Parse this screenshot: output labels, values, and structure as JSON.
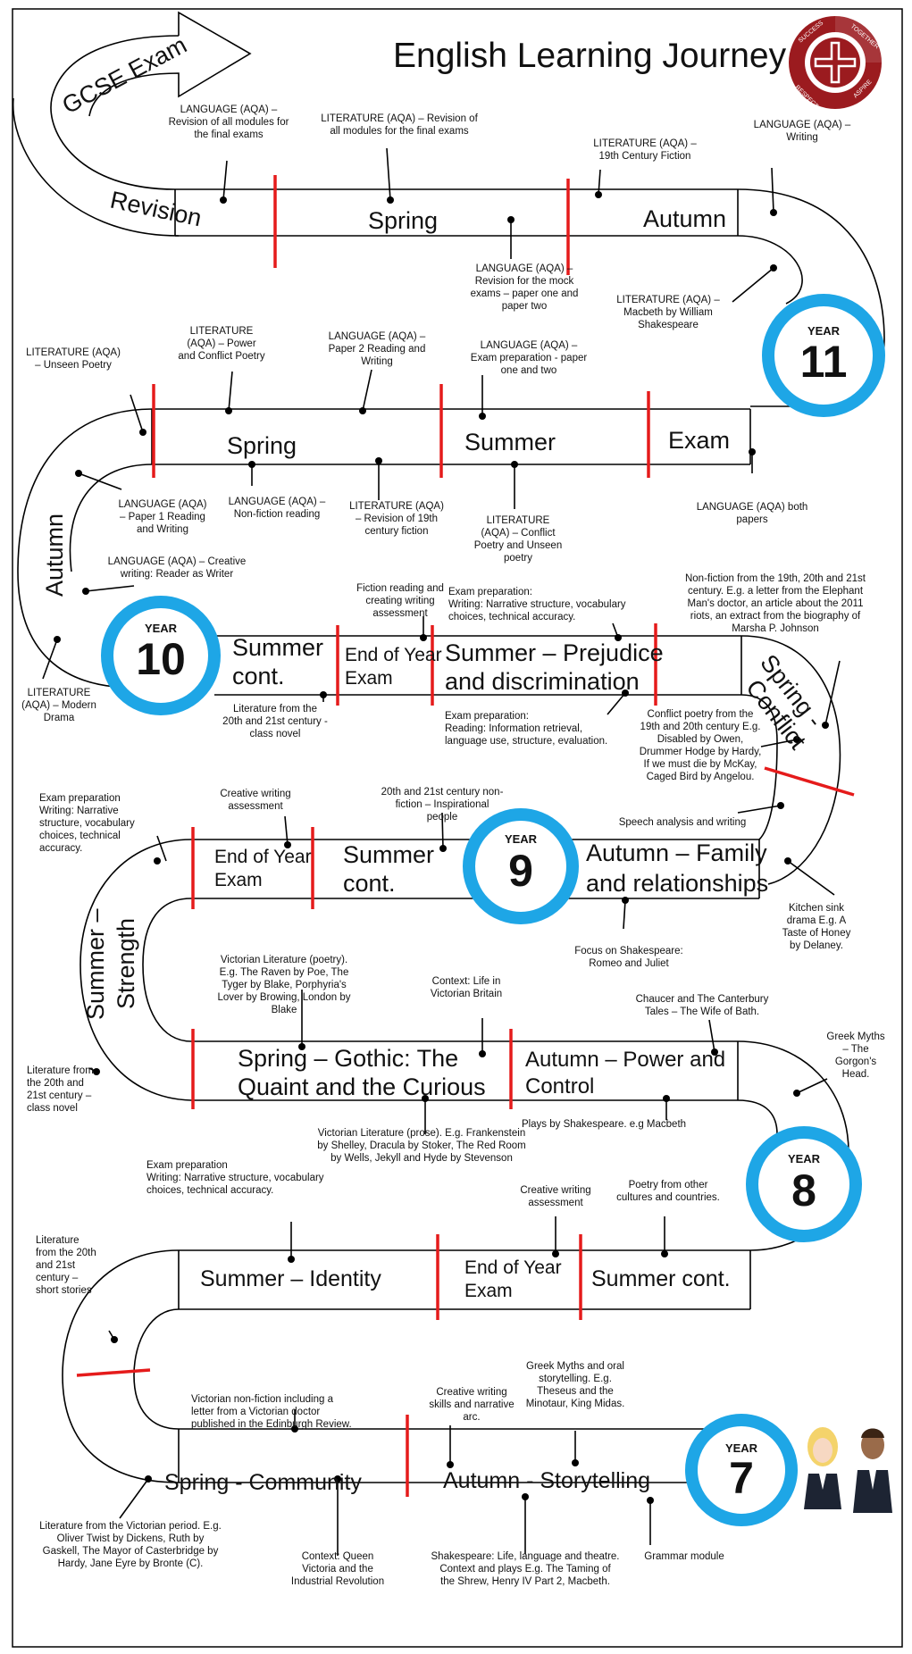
{
  "title": "English Learning Journey",
  "badge": {
    "words": [
      "SUCCESS",
      "TOGETHER",
      "ASPIRE",
      "RESPECT"
    ],
    "color": "#9b1b1f"
  },
  "colors": {
    "ring": "#1ea6e6",
    "divider": "#e51b1b"
  },
  "years": [
    {
      "word": "YEAR",
      "number": "11"
    },
    {
      "word": "YEAR",
      "number": "10"
    },
    {
      "word": "YEAR",
      "number": "9"
    },
    {
      "word": "YEAR",
      "number": "8"
    },
    {
      "word": "YEAR",
      "number": "7"
    }
  ],
  "gcse": "GCSE Exam",
  "y11": {
    "terms": [
      "Revision",
      "Spring",
      "Autumn"
    ],
    "notes": [
      [
        "LANGUAGE (AQA) –",
        "Revision of all modules for",
        "the final exams"
      ],
      [
        "LITERATURE (AQA) – Revision of",
        "all modules for the final exams"
      ],
      [
        "LITERATURE (AQA) –",
        "19th Century Fiction"
      ],
      [
        "LANGUAGE (AQA) –",
        "Writing"
      ],
      [
        "LANGUAGE (AQA) –",
        "Revision for the mock",
        "exams – paper one and",
        "paper two"
      ],
      [
        "LITERATURE (AQA) –",
        "Macbeth by William",
        "Shakespeare"
      ]
    ]
  },
  "y10": {
    "terms": [
      "Spring",
      "Summer",
      "Exam",
      "Autumn",
      "Summer",
      "cont.",
      "End of Year",
      "Exam",
      "Summer – Prejudice",
      "and discrimination"
    ],
    "notes": [
      [
        "LITERATURE (AQA)",
        "– Unseen Poetry"
      ],
      [
        "LITERATURE",
        "(AQA) – Power",
        "and Conflict Poetry"
      ],
      [
        "LANGUAGE (AQA) –",
        "Paper 2 Reading and",
        "Writing"
      ],
      [
        "LANGUAGE (AQA) –",
        "Exam preparation - paper",
        "one and two"
      ],
      [
        "LANGUAGE (AQA)",
        "– Paper 1 Reading",
        "and Writing"
      ],
      [
        "LANGUAGE (AQA) –",
        "Non-fiction reading"
      ],
      [
        "LITERATURE (AQA)",
        "– Revision of 19th",
        "century fiction"
      ],
      [
        "LITERATURE",
        "(AQA) – Conflict",
        "Poetry and Unseen",
        "poetry"
      ],
      [
        "LANGUAGE (AQA) both",
        "papers"
      ],
      [
        "LANGUAGE (AQA) – Creative",
        "writing: Reader as Writer"
      ],
      [
        "LITERATURE",
        "(AQA) – Modern",
        "Drama"
      ],
      [
        "Literature from the",
        "20th and 21st century -",
        "class novel"
      ],
      [
        "Fiction reading and",
        "creating writing",
        "assessment"
      ],
      [
        "Exam preparation:",
        "Writing: Narrative structure, vocabulary",
        "choices, technical accuracy."
      ],
      [
        "Exam preparation:",
        "Reading: Information retrieval,",
        "language use, structure, evaluation."
      ]
    ]
  },
  "y9": {
    "terms": [
      "Spring -",
      "Conflict",
      "Summer –",
      "Strength",
      "End of Year",
      "Exam",
      "Summer",
      "cont.",
      "Autumn – Family",
      "and relationships"
    ],
    "notes": [
      [
        "Non-fiction from the 19th, 20th and 21st",
        "century. E.g. a letter from the Elephant",
        "Man's doctor, an article about the 2011",
        "riots, an extract from the biography of",
        "Marsha P. Johnson"
      ],
      [
        "Conflict poetry from the",
        "19th and 20th century E.g.",
        "Disabled by Owen,",
        "Drummer Hodge by Hardy,",
        "If we must die by McKay,",
        "Caged Bird by Angelou."
      ],
      [
        "Speech analysis and writing"
      ],
      [
        "Exam preparation",
        "Writing: Narrative",
        "structure, vocabulary",
        "choices, technical",
        "accuracy."
      ],
      [
        "Creative writing",
        "assessment"
      ],
      [
        "20th and 21st century non-",
        "fiction – Inspirational",
        "people"
      ],
      [
        "Kitchen sink",
        "drama E.g. A",
        "Taste of Honey",
        "by Delaney."
      ],
      [
        "Focus on Shakespeare:",
        "Romeo and Juliet"
      ]
    ]
  },
  "y8": {
    "terms": [
      "Spring – Gothic: The",
      "Quaint and the Curious",
      "Autumn – Power and",
      "Control",
      "Summer – Identity",
      "End of Year",
      "Exam",
      "Summer cont."
    ],
    "notes": [
      [
        "Victorian Literature (poetry).",
        "E.g. The Raven by Poe, The",
        "Tyger by Blake, Porphyria's",
        "Lover by Browing, London by",
        "Blake"
      ],
      [
        "Context: Life in",
        "Victorian Britain"
      ],
      [
        "Chaucer and The Canterbury",
        "Tales – The Wife of Bath."
      ],
      [
        "Greek Myths",
        "– The",
        "Gorgon's",
        "Head."
      ],
      [
        "Literature from",
        "the 20th and",
        "21st century –",
        "class novel"
      ],
      [
        "Victorian Literature (prose). E.g. Frankenstein",
        "by Shelley, Dracula by Stoker, The Red Room",
        "by Wells, Jekyll and Hyde by Stevenson"
      ],
      [
        "Plays by Shakespeare. e.g Macbeth"
      ],
      [
        "Exam preparation",
        "Writing: Narrative structure, vocabulary",
        "choices, technical accuracy."
      ],
      [
        "Creative writing",
        "assessment"
      ],
      [
        "Poetry from other",
        "cultures and countries."
      ],
      [
        "Literature",
        "from the 20th",
        "and 21st",
        "century –",
        "short stories"
      ]
    ]
  },
  "y7": {
    "terms": [
      "Spring - Community",
      "Autumn - Storytelling"
    ],
    "notes": [
      [
        "Victorian non-fiction including a",
        "letter from a Victorian doctor",
        "published in the Edinburgh Review."
      ],
      [
        "Creative writing",
        "skills and narrative",
        "arc."
      ],
      [
        "Greek Myths and oral",
        "storytelling. E.g.",
        "Theseus and the",
        "Minotaur, King Midas."
      ],
      [
        "Literature from the Victorian period. E.g.",
        "Oliver Twist by Dickens, Ruth by",
        "Gaskell, The Mayor of Casterbridge by",
        "Hardy, Jane Eyre by Bronte (C)."
      ],
      [
        "Context: Queen",
        "Victoria and the",
        "Industrial Revolution"
      ],
      [
        "Shakespeare: Life, language and theatre.",
        "Context and plays E.g. The Taming of",
        "the Shrew, Henry IV Part 2, Macbeth."
      ],
      [
        "Grammar module"
      ]
    ]
  }
}
